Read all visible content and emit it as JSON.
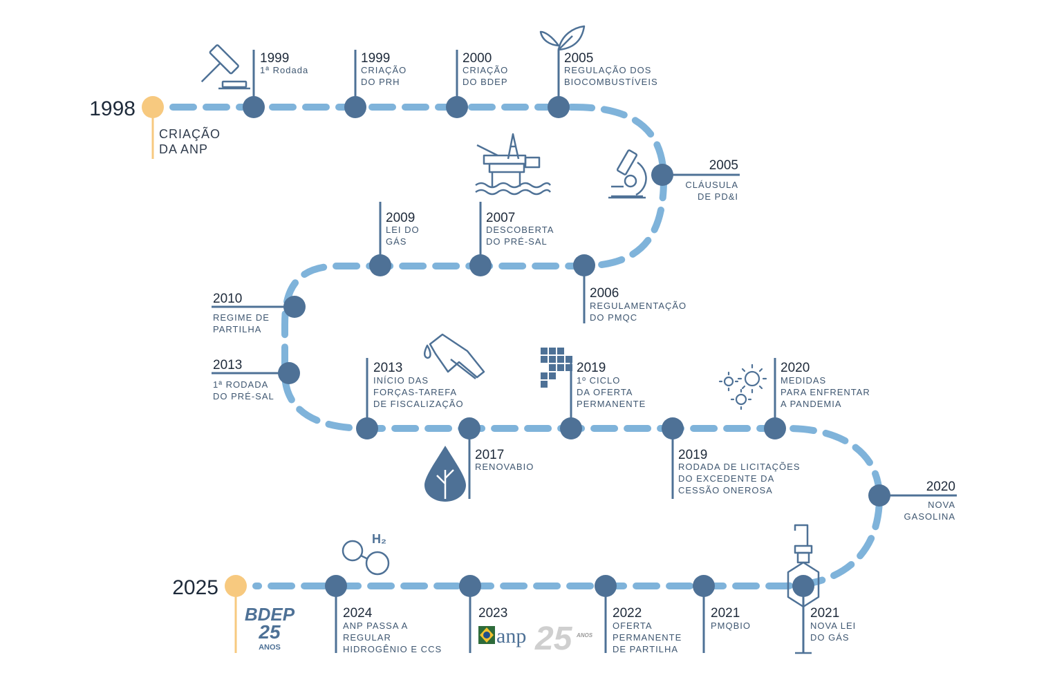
{
  "colors": {
    "path": "#7fb3da",
    "node": "#4e7196",
    "accent": "#f7c97f",
    "text": "#3e5670"
  },
  "start": {
    "year": "1998",
    "label": [
      "CRIAÇÃO",
      "DA ANP"
    ]
  },
  "end": {
    "year": "2025",
    "logo": [
      "BDEP",
      "25",
      "ANOS"
    ]
  },
  "anp_logo": {
    "text": "anp",
    "number": "25",
    "suffix": "ANOS"
  },
  "events": [
    {
      "year": "1999",
      "label": [
        "1ª Rodada"
      ],
      "icon": "gavel-icon"
    },
    {
      "year": "1999",
      "label": [
        "CRIAÇÃO",
        "DO PRH"
      ]
    },
    {
      "year": "2000",
      "label": [
        "CRIAÇÃO",
        "DO BDEP"
      ]
    },
    {
      "year": "2005",
      "label": [
        "REGULAÇÃO DOS",
        "BIOCOMBUSTÍVEIS"
      ],
      "icon": "sprout-icon"
    },
    {
      "year": "2005",
      "label": [
        "CLÁUSULA",
        "DE PD&I"
      ],
      "icon": "microscope-icon"
    },
    {
      "year": "2006",
      "label": [
        "REGULAMENTAÇÃO",
        "DO PMQC"
      ]
    },
    {
      "year": "2007",
      "label": [
        "DESCOBERTA",
        "DO PRÉ-SAL"
      ],
      "icon": "oil-platform-icon"
    },
    {
      "year": "2009",
      "label": [
        "LEI DO",
        "GÁS"
      ]
    },
    {
      "year": "2010",
      "label": [
        "REGIME DE",
        "PARTILHA"
      ]
    },
    {
      "year": "2013",
      "label": [
        "1ª RODADA",
        "DO PRÉ-SAL"
      ]
    },
    {
      "year": "2013",
      "label": [
        "INÍCIO DAS",
        "FORÇAS-TAREFA",
        "DE FISCALIZAÇÃO"
      ],
      "icon": "fuel-nozzle-icon"
    },
    {
      "year": "2017",
      "label": [
        "RENOVABIO"
      ],
      "icon": "leaf-drop-icon"
    },
    {
      "year": "2019",
      "label": [
        "1º CICLO",
        "DA OFERTA",
        "PERMANENTE"
      ],
      "icon": "blocks-icon"
    },
    {
      "year": "2019",
      "label": [
        "RODADA DE LICITAÇÕES",
        "DO EXCEDENTE DA",
        "CESSÃO ONEROSA"
      ]
    },
    {
      "year": "2020",
      "label": [
        "MEDIDAS",
        "PARA ENFRENTAR",
        "A PANDEMIA"
      ],
      "icon": "virus-icon"
    },
    {
      "year": "2020",
      "label": [
        "NOVA",
        "GASOLINA"
      ]
    },
    {
      "year": "2021",
      "label": [
        "NOVA LEI",
        "DO GÁS"
      ],
      "icon": "gas-valve-icon"
    },
    {
      "year": "2021",
      "label": [
        "PMQBIO"
      ]
    },
    {
      "year": "2022",
      "label": [
        "OFERTA",
        "PERMANENTE",
        "DE PARTILHA"
      ]
    },
    {
      "year": "2023",
      "label": []
    },
    {
      "year": "2024",
      "label": [
        "ANP PASSA A",
        "REGULAR",
        "HIDROGÊNIO E CCS"
      ],
      "icon": "hydrogen-icon"
    }
  ],
  "h2_label": "H₂"
}
